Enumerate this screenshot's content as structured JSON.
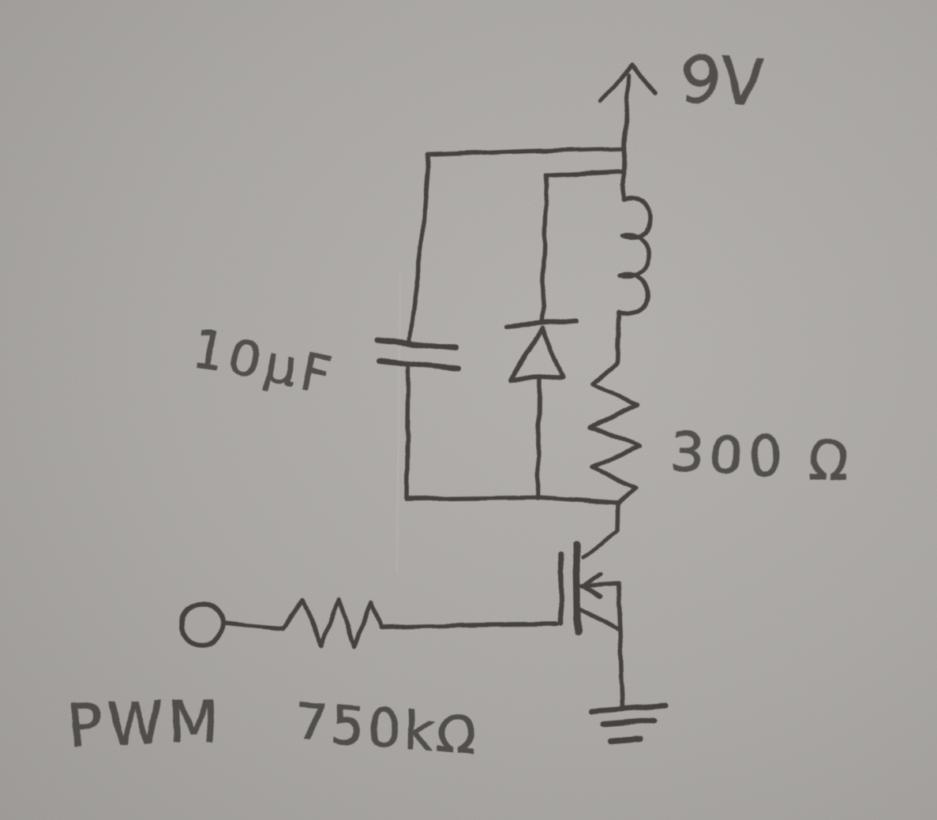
{
  "colors": {
    "paper": "#a8a5a1",
    "paper_light": "#b2afab",
    "paper_dark": "#9b9894",
    "ink": "#3c3835"
  },
  "labels": {
    "supply_voltage": "9V",
    "capacitor_value": "10µF",
    "load_resistor_value": "300 Ω",
    "pwm_input": "PWM",
    "gate_resistor_value": "750kΩ"
  },
  "components": [
    {
      "name": "power-supply-arrow",
      "type": "supply-rail",
      "value": "9V"
    },
    {
      "name": "inductor",
      "type": "inductor",
      "value": ""
    },
    {
      "name": "load-resistor",
      "type": "resistor",
      "value": "300 Ω"
    },
    {
      "name": "flyback-diode",
      "type": "diode",
      "value": ""
    },
    {
      "name": "filter-capacitor",
      "type": "capacitor",
      "value": "10µF"
    },
    {
      "name": "mosfet",
      "type": "n-channel-mosfet",
      "value": ""
    },
    {
      "name": "gate-resistor",
      "type": "resistor",
      "value": "750kΩ"
    },
    {
      "name": "pwm-terminal",
      "type": "input-terminal",
      "value": "PWM"
    },
    {
      "name": "ground",
      "type": "ground",
      "value": ""
    }
  ]
}
